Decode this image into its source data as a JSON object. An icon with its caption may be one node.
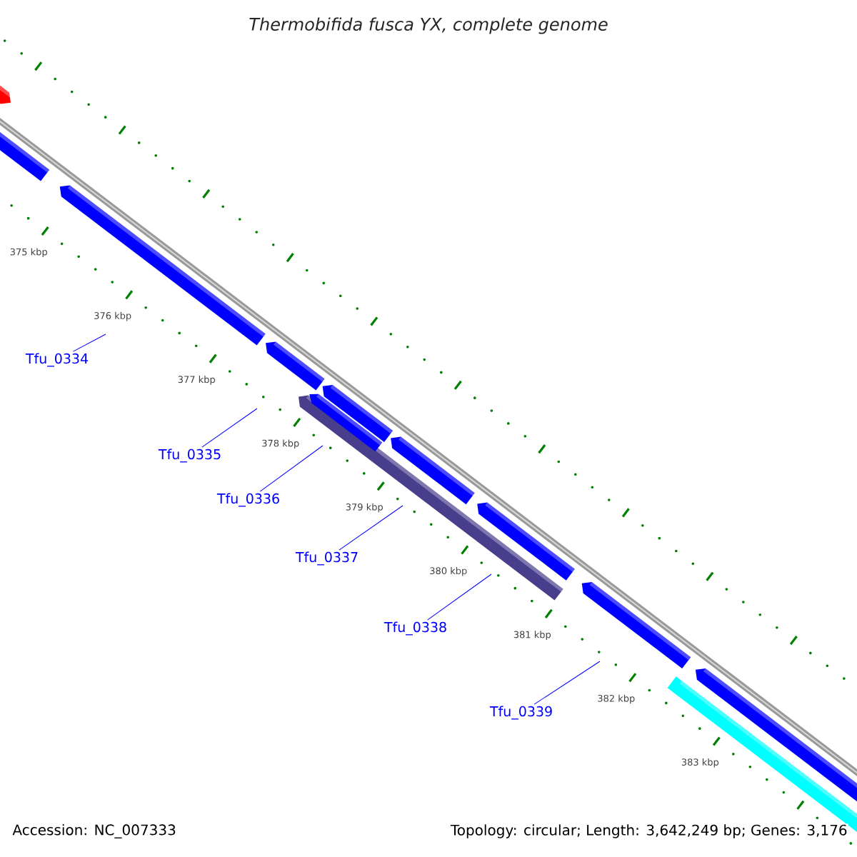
{
  "diagram": {
    "title": "Thermobifida fusca YX, complete genome",
    "nodes": [
      {
        "text": [
          "Tfu_0334"
        ]
      },
      {
        "text": [
          "Tfu_0335"
        ]
      },
      {
        "text": [
          "Tfu_0336"
        ]
      },
      {
        "text": [
          "Tfu_0337"
        ]
      },
      {
        "text": [
          "Tfu_0338"
        ]
      },
      {
        "text": [
          "Tfu_0339"
        ]
      }
    ],
    "edges": [
      {
        "from": 0,
        "to": null,
        "arrow": "none"
      },
      {
        "from": 1,
        "to": null,
        "arrow": "none"
      },
      {
        "from": 2,
        "to": null,
        "arrow": "none"
      },
      {
        "from": 3,
        "to": null,
        "arrow": "none"
      },
      {
        "from": 4,
        "to": null,
        "arrow": "none"
      },
      {
        "from": 5,
        "to": null,
        "arrow": "none"
      }
    ],
    "labels": [
      "375 kbp",
      "376 kbp",
      "377 kbp",
      "378 kbp",
      "379 kbp",
      "380 kbp",
      "381 kbp",
      "382 kbp",
      "383 kbp",
      "Accession: NC_007333",
      "Topology: circular; Length: 3,642,249 bp; Genes: 3,176"
    ]
  }
}
